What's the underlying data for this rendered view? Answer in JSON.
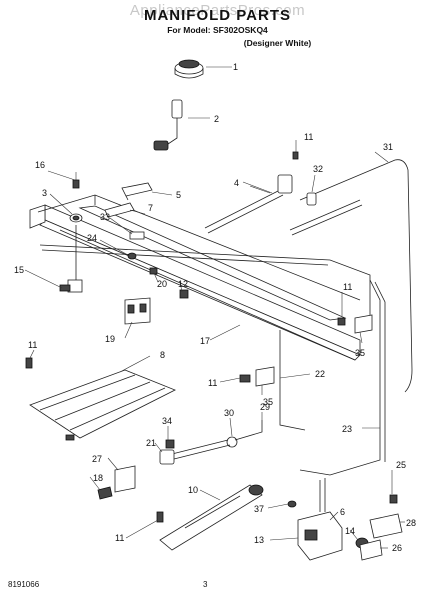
{
  "watermark": "AppliancePartsPros.com",
  "header": {
    "title": "MANIFOLD PARTS",
    "model_line": "For Model: SF302OSKQ4",
    "variant_line": "(Designer White)"
  },
  "footer": {
    "doc_number": "8191066",
    "page_number": "3"
  },
  "callouts": [
    "1",
    "2",
    "11",
    "32",
    "31",
    "16",
    "3",
    "4",
    "5",
    "7",
    "33",
    "24",
    "20",
    "12",
    "15",
    "11",
    "35",
    "19",
    "11",
    "8",
    "17",
    "11",
    "22",
    "35",
    "34",
    "30",
    "29",
    "23",
    "21",
    "27",
    "25",
    "18",
    "10",
    "37",
    "6",
    "28",
    "14",
    "11",
    "13",
    "26"
  ]
}
